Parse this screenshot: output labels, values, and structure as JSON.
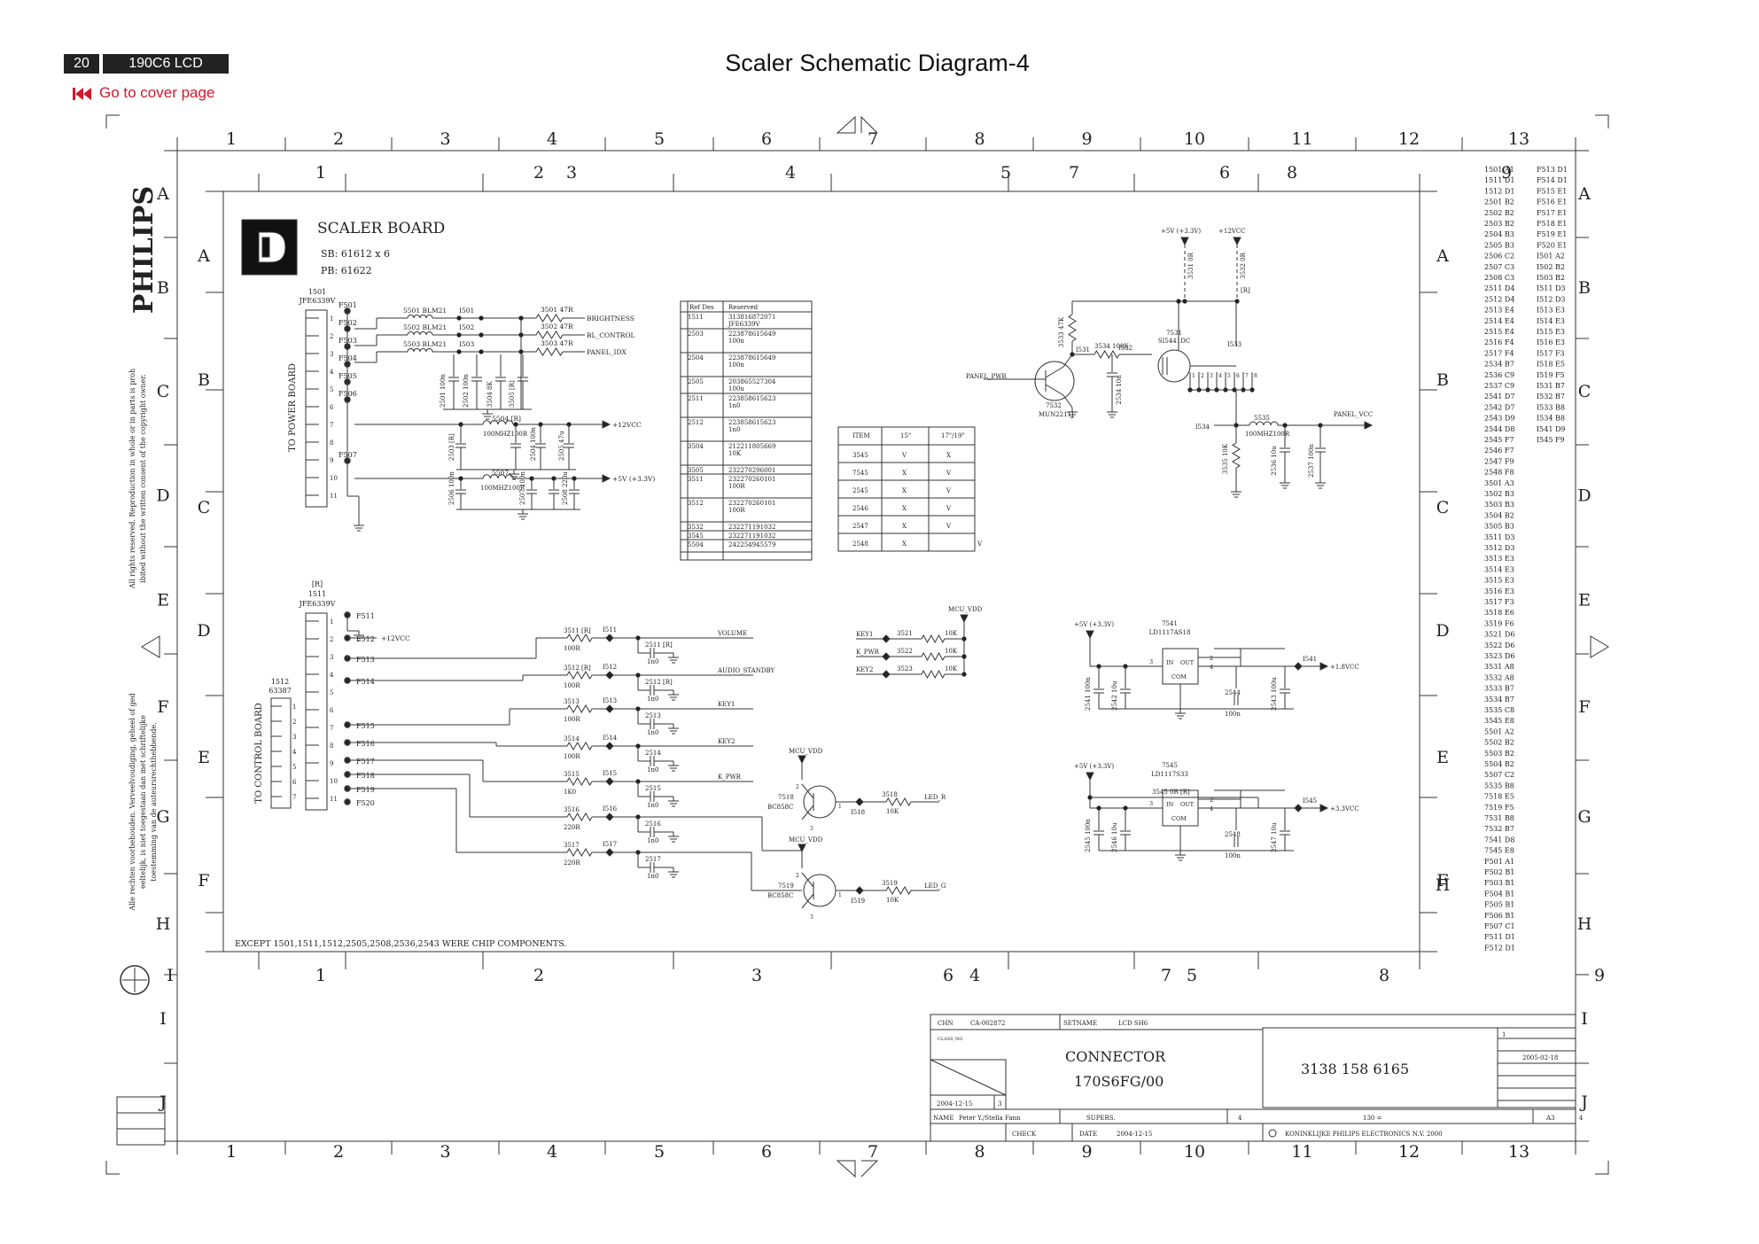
{
  "header": {
    "page_number": "20",
    "model": "190C6 LCD",
    "title": "Scaler Schematic Diagram-4",
    "cover_link": "Go to cover page"
  },
  "grid": {
    "cols": [
      "1",
      "2",
      "3",
      "4",
      "5",
      "6",
      "7",
      "8",
      "9",
      "10",
      "11",
      "12",
      "13"
    ],
    "rows": [
      "A",
      "B",
      "C",
      "D",
      "E",
      "F",
      "G",
      "H",
      "I",
      "J"
    ],
    "inner_cols_top": [
      "1",
      "2",
      "3",
      "4",
      "5",
      "7",
      "6",
      "8",
      "9"
    ],
    "inner_cols_bottom": [
      "1",
      "2",
      "3",
      "6",
      "4",
      "7",
      "5",
      "8",
      "9"
    ],
    "inner_rows_left": [
      "A",
      "B",
      "C",
      "D",
      "E",
      "F",
      "G",
      "H",
      "I"
    ],
    "inner_rows_right": [
      "A",
      "B",
      "C",
      "D",
      "E",
      "F",
      "G",
      "H"
    ]
  },
  "brand": {
    "logo": "PHILIPS",
    "copyright_1": "All rights reserved. Reproduction in whole or in parts is prohibited without the written consent of the copyright owner.",
    "copyright_2": "Alle rechten voorbehouden. Verveelvoudiging, geheel of gedeeltelijk, is niet toegestaan dan met schriftelijke toestemming van de auteursrechthebbende."
  },
  "board": {
    "title": "SCALER BOARD",
    "sb": "SB: 61612 x 6",
    "pb": "PB: 61622",
    "power_connector_label": "TO POWER BOARD",
    "control_connector_label": "TO CONTROL BOARD",
    "note": "EXCEPT 1501,1511,1512,2505,2508,2536,2543  WERE CHIP COMPONENTS."
  },
  "power_section": {
    "conn_ref": "1501",
    "conn_part": "JFE6339V",
    "pins": [
      "1",
      "2",
      "3",
      "4",
      "5",
      "6",
      "7",
      "8",
      "9",
      "10",
      "11"
    ],
    "fuses": [
      "F501",
      "F502",
      "F503",
      "F504",
      "F505",
      "F506",
      "F507"
    ],
    "beads": [
      {
        "ref": "5501",
        "value": "BLM21",
        "node": "I501"
      },
      {
        "ref": "5502",
        "value": "BLM21",
        "node": "I502"
      },
      {
        "ref": "5503",
        "value": "BLM21",
        "node": "I503"
      }
    ],
    "resistors": [
      {
        "ref": "3501",
        "value": "47R",
        "net": "BRIGHTNESS"
      },
      {
        "ref": "3502",
        "value": "47R",
        "net": "BL_CONTROL"
      },
      {
        "ref": "3503",
        "value": "47R",
        "net": "PANEL_IDX"
      }
    ],
    "caps_upper": [
      "2501 100n",
      "2502 100n",
      "3504 8K",
      "3505 [R]",
      "2503 [R]",
      "2504 100n",
      "2505 47u"
    ],
    "choke1": {
      "ref": "5504 [R]",
      "value": "100MHZ100R",
      "net": "+12VCC"
    },
    "choke2": {
      "ref": "5507",
      "value": "100MHZ100R",
      "net": "+5V (+3.3V)"
    },
    "caps_lower": [
      "2506 100n",
      "2507 100n",
      "2508 220u"
    ]
  },
  "ref_table": {
    "headers": [
      "Ref Des",
      "Reserved"
    ],
    "rows": [
      [
        "1511",
        "313816872071 JFE6339V"
      ],
      [
        "2503",
        "223878615649 100n"
      ],
      [
        "2504",
        "223878615649 100n"
      ],
      [
        "2505",
        "203865527304 100u"
      ],
      [
        "2511",
        "223858615623 1n0"
      ],
      [
        "2512",
        "223858615623 1n0"
      ],
      [
        "3504",
        "212211805669 10K"
      ],
      [
        "3505",
        "232270296001"
      ],
      [
        "3511",
        "232270260101 100R"
      ],
      [
        "3512",
        "232270260101 100R"
      ],
      [
        "3532",
        "232271191032"
      ],
      [
        "3545",
        "232271191032"
      ],
      [
        "5504",
        "242254945579"
      ]
    ]
  },
  "size_table": {
    "headers": [
      "ITEM",
      "15\"",
      "17\"/19\""
    ],
    "rows": [
      [
        "3545",
        "V",
        "X"
      ],
      [
        "7545",
        "X",
        "V"
      ],
      [
        "2545",
        "X",
        "V"
      ],
      [
        "2546",
        "X",
        "V"
      ],
      [
        "2547",
        "X",
        "V"
      ],
      [
        "2548",
        "X",
        ""
      ]
    ],
    "trailing": "V"
  },
  "panel_section": {
    "rail_a": "+5V (+3.3V)",
    "rail_b": "+12VCC",
    "r3531": "3531 0R",
    "r3532": "3532 0R",
    "r3532_tag": "[R]",
    "r3533": "3533 47K",
    "r3534": "3534 100K",
    "node_i531": "I531",
    "node_i532": "I532",
    "node_i533": "I533",
    "node_i534": "I534",
    "mosfet": "7531",
    "mosfet_part": "SI5441DC",
    "transistor": "7532",
    "transistor_part": "MUN2211J",
    "c2534": "2534 10n",
    "panel_pwr": "PANEL_PWR",
    "choke": "5535",
    "choke_value": "100MHZ100R",
    "panel_vcc": "PANEL_VCC",
    "r3535": "3535 10K",
    "c2536": "2536 10u",
    "c2537": "2537 100n"
  },
  "control_section": {
    "conn_ref": "1511",
    "conn_part": "JFE6339V",
    "conn_tag": "[R]",
    "conn2_ref": "1512",
    "conn2_part": "63387",
    "pins": [
      "1",
      "2",
      "3",
      "4",
      "5",
      "6",
      "7",
      "8",
      "9",
      "10",
      "11"
    ],
    "fuses": [
      "F511",
      "F512",
      "F513",
      "F514",
      "F515",
      "F516",
      "F517",
      "F518",
      "F519",
      "F520"
    ],
    "rail": "+12VCC",
    "lines": [
      {
        "r": "3511 [R]",
        "rv": "100R",
        "node": "I511",
        "c": "2511 [R]",
        "cv": "1n0",
        "net": "VOLUME"
      },
      {
        "r": "3512 [R]",
        "rv": "100R",
        "node": "I512",
        "c": "2512 [R]",
        "cv": "1n0",
        "net": "AUDIO_STANDBY"
      },
      {
        "r": "3513",
        "rv": "100R",
        "node": "I513",
        "c": "2513",
        "cv": "1n0",
        "net": "KEY1"
      },
      {
        "r": "3514",
        "rv": "100R",
        "node": "I514",
        "c": "2514",
        "cv": "1n0",
        "net": "KEY2"
      },
      {
        "r": "3515",
        "rv": "1K0",
        "node": "I515",
        "c": "2515",
        "cv": "1n0",
        "net": "K_PWR"
      },
      {
        "r": "3516",
        "rv": "220R",
        "node": "I516",
        "c": "2516",
        "cv": "1n0",
        "net": ""
      },
      {
        "r": "3517",
        "rv": "220R",
        "node": "I517",
        "c": "2517",
        "cv": "1n0",
        "net": ""
      }
    ],
    "mcu_vdd": "MCU_VDD",
    "t7518": "7518",
    "t7518_part": "BC858C",
    "t7519": "7519",
    "t7519_part": "BC858C",
    "r3518": "3518 10K",
    "r3519": "3519 10K",
    "node_i518": "I518",
    "node_i519": "I519",
    "led_r": "LED_R",
    "led_g": "LED_G",
    "keys": [
      {
        "net": "KEY1",
        "r": "3521",
        "v": "10K"
      },
      {
        "net": "K_PWR",
        "r": "3522",
        "v": "10K"
      },
      {
        "net": "KEY2",
        "r": "3523",
        "v": "10K"
      }
    ]
  },
  "regulators": {
    "reg1": {
      "rail_in": "+5V (+3.3V)",
      "ref": "7541",
      "part": "LD1117AS18",
      "node": "I541",
      "out": "+1.8VCC",
      "caps": [
        "2541 100n",
        "2542 10u",
        "2544 100n",
        "2543 100u"
      ]
    },
    "reg2": {
      "rail_in": "+5V (+3.3V)",
      "ref": "7545",
      "part": "LD1117S33",
      "node": "I545",
      "out": "+3.3VCC",
      "bypass": "3545  0R  [R]",
      "caps": [
        "2545 100n",
        "2546 10u",
        "2548 100n",
        "2547 10u"
      ]
    },
    "pin_labels": [
      "IN",
      "OUT",
      "COM"
    ]
  },
  "parts_index": {
    "col1": [
      "1501 A1",
      "1511 D1",
      "1512 D1",
      "2501 B2",
      "2502 B2",
      "2503 B2",
      "2504 B3",
      "2505 B3",
      "2506 C2",
      "2507 C3",
      "2508 C3",
      "2511 D4",
      "2512 D4",
      "2513 E4",
      "2514 E4",
      "2515 E4",
      "2516 F4",
      "2517 F4",
      "2534 B7",
      "2536 C9",
      "2537 C9",
      "2541 D7",
      "2542 D7",
      "2543 D9",
      "2544 D8",
      "2545 F7",
      "2546 F7",
      "2547 F9",
      "2548 F8",
      "3501 A3",
      "3502 B3",
      "3503 B3",
      "3504 B2",
      "3505 B3",
      "3511 D3",
      "3512 D3",
      "3513 E3",
      "3514 E3",
      "3515 E3",
      "3516 E3",
      "3517 F3",
      "3518 E6",
      "3519 F6",
      "3521 D6",
      "3522 D6",
      "3523 D6",
      "3531 A8",
      "3532 A8",
      "3533 B7",
      "3534 B7",
      "3535 C8",
      "3545 E8",
      "5501 A2",
      "5502 B2",
      "5503 B2",
      "5504 B2",
      "5507 C2",
      "5535 B8",
      "7518 E5",
      "7519 F5",
      "7531 B8",
      "7532 B7",
      "7541 D8",
      "7545 E8",
      "F501 A1",
      "F502 B1",
      "F503 B1",
      "F504 B1",
      "F505 B1",
      "F506 B1",
      "F507 C1",
      "F511 D1",
      "F512 D1"
    ],
    "col2": [
      "F513 D1",
      "F514 D1",
      "F515 E1",
      "F516 E1",
      "F517 E1",
      "F518 E1",
      "F519 E1",
      "F520 E1",
      "I501 A2",
      "I502 B2",
      "I503 B2",
      "I511 D3",
      "I512 D3",
      "I513 E3",
      "I514 E3",
      "I515 E3",
      "I516 E3",
      "I517 F3",
      "I518 E5",
      "I519 F5",
      "I531 B7",
      "I532 B7",
      "I533 B8",
      "I534 B8",
      "I541 D9",
      "I545 F9"
    ]
  },
  "title_block": {
    "chn": "CHN",
    "chn_value": "CA-002872",
    "setname": "SETNAME",
    "setname_value": "LCD SH6",
    "class_no": "CLASS_NO",
    "title1": "CONNECTOR",
    "title2": "170S6FG/00",
    "date1": "2004-12-15",
    "date1_tag": "3",
    "name_label": "NAME",
    "name_value": "Peter Y./Stella Fann",
    "supers": "SUPERS.",
    "supers_tag": "4",
    "check": "CHECK",
    "date_label": "DATE",
    "date_value": "2004-12-15",
    "doc_number": "3138 158 6165",
    "rev_row1": "1",
    "rev_date": "2005-02-18",
    "sheet": "130",
    "sheet_mark": "=",
    "size": "A3",
    "size_tag": "4",
    "company": "KONINKLIJKE PHILIPS ELECTRONICS N.V. 2000"
  }
}
